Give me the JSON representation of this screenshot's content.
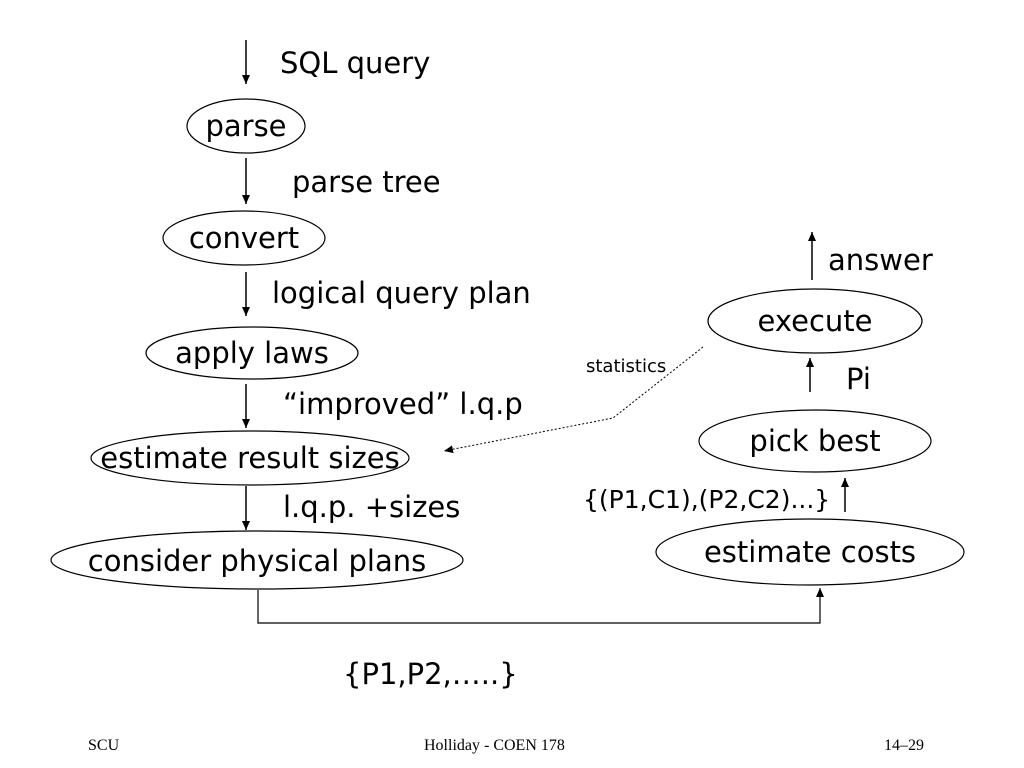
{
  "nodes": {
    "parse": "parse",
    "convert": "convert",
    "apply_laws": "apply laws",
    "estimate_result_sizes": "estimate result sizes",
    "consider_physical_plans": "consider physical plans",
    "estimate_costs": "estimate costs",
    "pick_best": "pick best",
    "execute": "execute"
  },
  "edges": {
    "sql_query": "SQL query",
    "parse_tree": "parse tree",
    "logical_query_plan": "logical query plan",
    "improved_lqp": "“improved” l.q.p",
    "lqp_sizes": "l.q.p. +sizes",
    "plans_set": "{P1,P2,…..}",
    "plan_costs": "{(P1,C1),(P2,C2)...}",
    "pi": "Pi",
    "answer": "answer",
    "statistics": "statistics"
  },
  "footer": {
    "left": "SCU",
    "center": "Holliday - COEN 178",
    "right": "14–29"
  }
}
